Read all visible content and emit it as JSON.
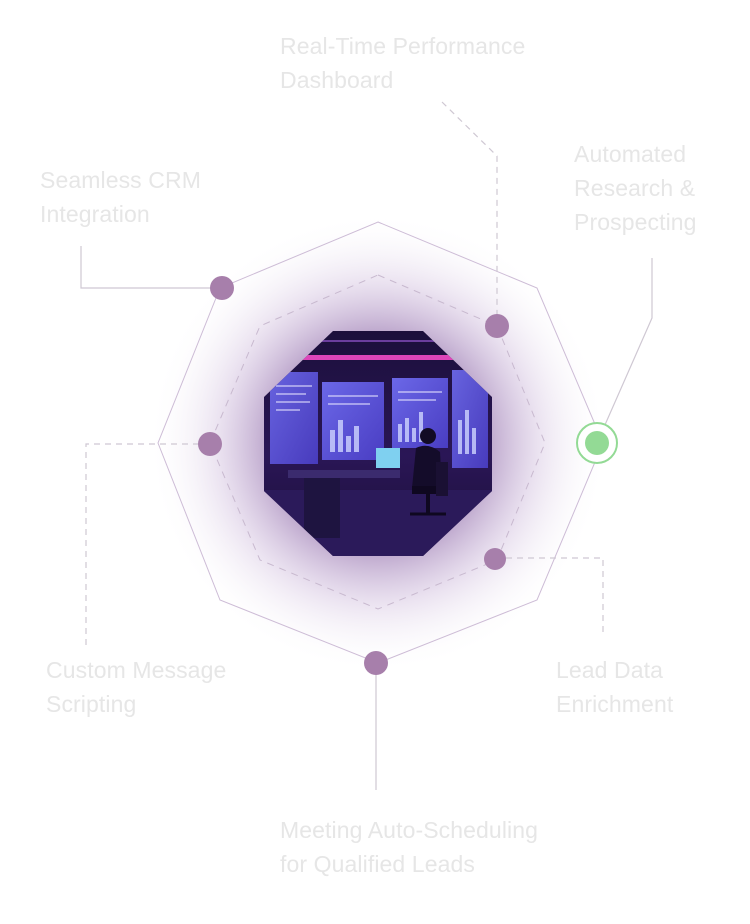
{
  "features": [
    {
      "id": "dashboard",
      "lines": [
        "Real-Time Performance",
        "Dashboard"
      ]
    },
    {
      "id": "research",
      "lines": [
        "Automated",
        "Research &",
        "Prospecting"
      ]
    },
    {
      "id": "crm",
      "lines": [
        "Seamless CRM",
        "Integration"
      ]
    },
    {
      "id": "custom",
      "lines": [
        "Custom Message",
        "Scripting"
      ]
    },
    {
      "id": "enrich",
      "lines": [
        "Lead Data",
        "Enrichment"
      ]
    },
    {
      "id": "meeting",
      "lines": [
        "Meeting Auto-Scheduling",
        "for Qualified Leads"
      ]
    }
  ],
  "active_feature": "research",
  "colors": {
    "label_text": "#e6e6e6",
    "node": "#a77fab",
    "node_active": "#93da95",
    "node_active_ring": "#93da95",
    "outline": "#cdbcd6",
    "connector": "#cfc8d3",
    "glow": "#6a3a8c"
  }
}
